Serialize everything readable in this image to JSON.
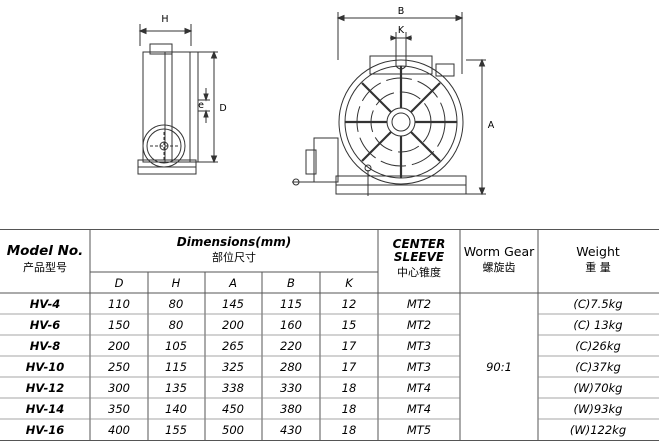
{
  "drawing": {
    "dim_labels": {
      "h": "H",
      "e": "e",
      "d": "D",
      "b": "B",
      "k": "K",
      "a": "A"
    }
  },
  "table": {
    "header": {
      "model_en": "Model No.",
      "model_cn": "产品型号",
      "dimensions_en": "Dimensions(mm)",
      "dimensions_cn": "部位尺寸",
      "center_sleeve_line1": "CENTER",
      "center_sleeve_line2": "SLEEVE",
      "center_sleeve_cn": "中心锥度",
      "worm_gear_en": "Worm Gear",
      "worm_gear_cn": "螺旋齿",
      "weight_en": "Weight",
      "weight_cn": "重 量"
    },
    "sub_headers": [
      "D",
      "H",
      "A",
      "B",
      "K"
    ],
    "worm_gear_value": "90:1",
    "rows": [
      {
        "model": "HV-4",
        "d": "110",
        "h": "80",
        "a": "145",
        "b": "115",
        "k": "12",
        "sleeve": "MT2",
        "weight": "(C)7.5kg"
      },
      {
        "model": "HV-6",
        "d": "150",
        "h": "80",
        "a": "200",
        "b": "160",
        "k": "15",
        "sleeve": "MT2",
        "weight": "(C) 13kg"
      },
      {
        "model": "HV-8",
        "d": "200",
        "h": "105",
        "a": "265",
        "b": "220",
        "k": "17",
        "sleeve": "MT3",
        "weight": "(C)26kg"
      },
      {
        "model": "HV-10",
        "d": "250",
        "h": "115",
        "a": "325",
        "b": "280",
        "k": "17",
        "sleeve": "MT3",
        "weight": "(C)37kg"
      },
      {
        "model": "HV-12",
        "d": "300",
        "h": "135",
        "a": "338",
        "b": "330",
        "k": "18",
        "sleeve": "MT4",
        "weight": "(W)70kg"
      },
      {
        "model": "HV-14",
        "d": "350",
        "h": "140",
        "a": "450",
        "b": "380",
        "k": "18",
        "sleeve": "MT4",
        "weight": "(W)93kg"
      },
      {
        "model": "HV-16",
        "d": "400",
        "h": "155",
        "a": "500",
        "b": "430",
        "k": "18",
        "sleeve": "MT5",
        "weight": "(W)122kg"
      }
    ]
  }
}
